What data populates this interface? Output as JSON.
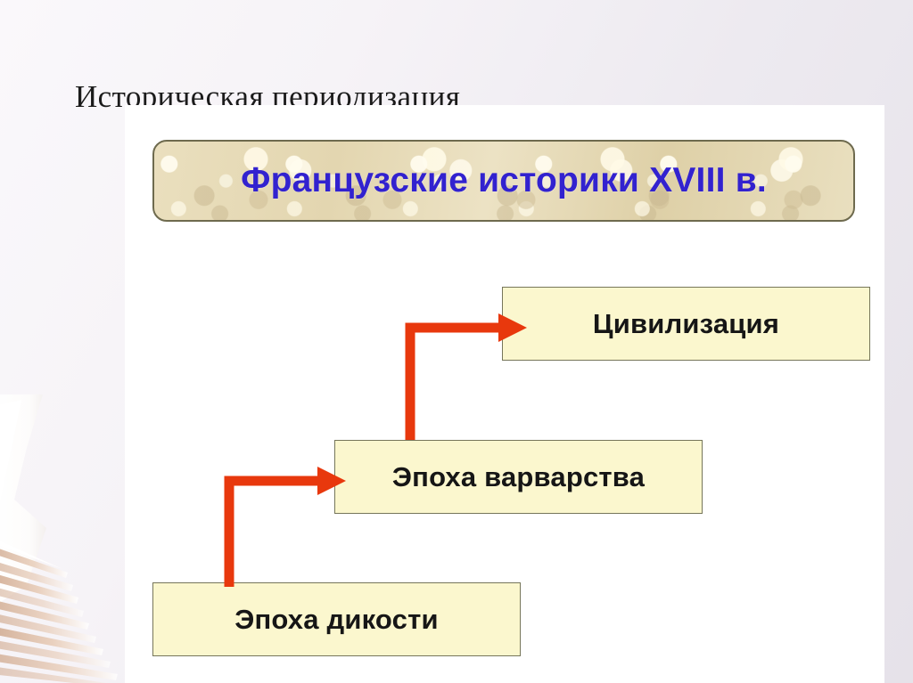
{
  "slide": {
    "title": "Историческая периодизация",
    "background_color": "#f2eff4",
    "panel_color": "#ffffff"
  },
  "banner": {
    "text": "Французские историки XVIII в.",
    "text_color": "#3222cf",
    "fill_color": "#e4d7b3",
    "border_color": "#6e6a4e"
  },
  "diagram": {
    "box_fill_color": "#fbf7ce",
    "box_border_color": "#76765a",
    "arrow_color": "#e8380d",
    "stages": [
      {
        "id": "savagery",
        "label": "Эпоха дикости",
        "order": 1
      },
      {
        "id": "barbarism",
        "label": "Эпоха варварства",
        "order": 2
      },
      {
        "id": "civilization",
        "label": "Цивилизация",
        "order": 3
      }
    ],
    "arrows": [
      {
        "id": "savagery-to-barbarism",
        "from": "Эпоха дикости",
        "to": "Эпоха варварства"
      },
      {
        "id": "barbarism-to-civilization",
        "from": "Эпоха варварства",
        "to": "Цивилизация"
      }
    ]
  },
  "decoration": {
    "paper_stack_name": "paper-stack-photo"
  }
}
